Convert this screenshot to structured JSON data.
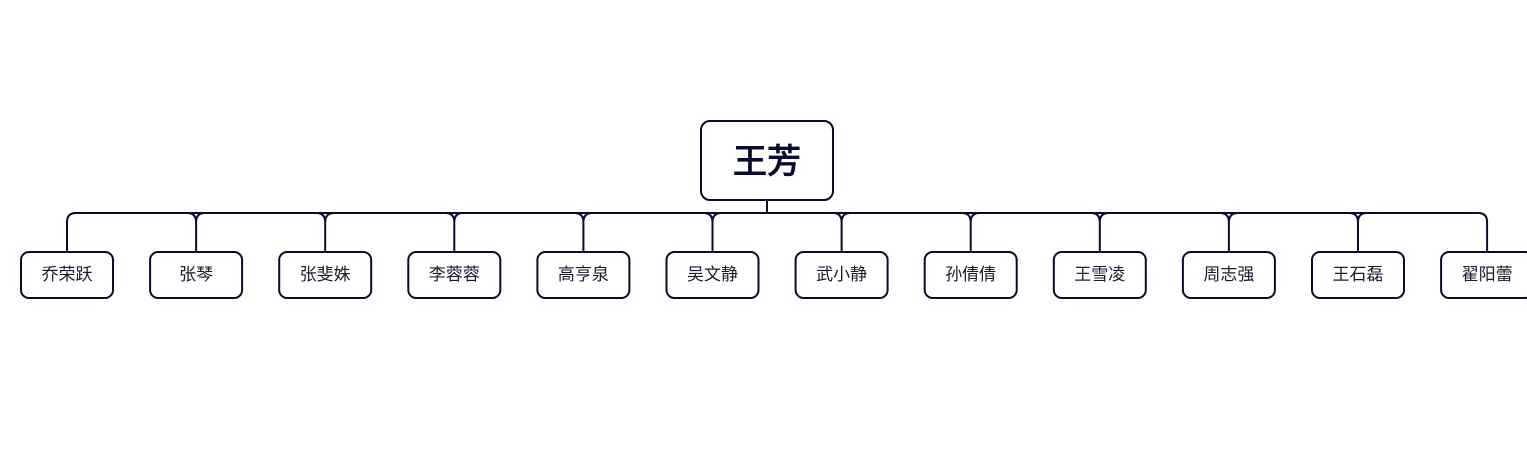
{
  "org_chart": {
    "root": {
      "name": "王芳"
    },
    "children": [
      {
        "name": "乔荣跃"
      },
      {
        "name": "张琴"
      },
      {
        "name": "张斐姝"
      },
      {
        "name": "李蓉蓉"
      },
      {
        "name": "高亨泉"
      },
      {
        "name": "吴文静"
      },
      {
        "name": "武小静"
      },
      {
        "name": "孙倩倩"
      },
      {
        "name": "王雪凌"
      },
      {
        "name": "周志强"
      },
      {
        "name": "王石磊"
      },
      {
        "name": "翟阳蕾"
      }
    ]
  }
}
